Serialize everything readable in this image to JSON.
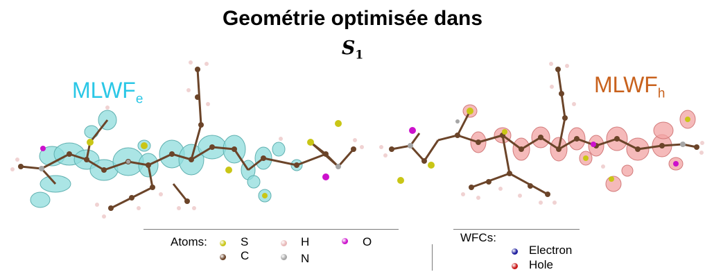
{
  "title": {
    "line1": "Geométrie optimisée dans",
    "line2_symbol": "S",
    "line2_subscript": "1"
  },
  "labels": {
    "electron_panel": {
      "text": "MLWF",
      "subscript": "e"
    },
    "hole_panel": {
      "text": "MLWF",
      "subscript": "h"
    }
  },
  "atoms_legend": {
    "title": "Atoms:",
    "items": [
      {
        "symbol": "S",
        "color": "#c9c616"
      },
      {
        "symbol": "H",
        "color": "#e8b8b8"
      },
      {
        "symbol": "O",
        "color": "#cc11cc"
      },
      {
        "symbol": "C",
        "color": "#6b4429"
      },
      {
        "symbol": "N",
        "color": "#a6a6a6"
      }
    ]
  },
  "wfc_legend": {
    "title": "WFCs:",
    "items": [
      {
        "label": "Electron",
        "color": "#1c1c9e"
      },
      {
        "label": "Hole",
        "color": "#c81414"
      }
    ]
  },
  "colors": {
    "electron_isosurface": "#8fdcdc",
    "hole_isosurface": "#f2a3a3",
    "carbon": "#6b4429",
    "hydrogen": "#f0d2d2"
  }
}
